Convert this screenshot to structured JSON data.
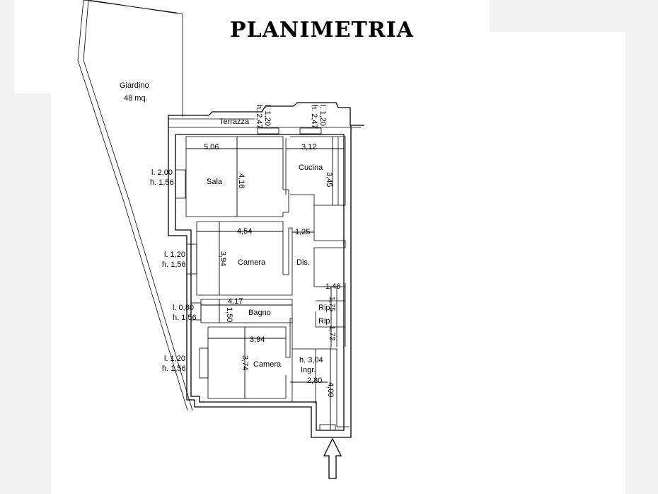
{
  "title": "PLANIMETRIA",
  "garden": {
    "label": "Giardino",
    "area": "48 mq."
  },
  "rooms": {
    "terrazza": "Terrazza",
    "sala": "Sala",
    "cucina": "Cucina",
    "camera1": "Camera",
    "dis": "Dis.",
    "bagno": "Bagno",
    "rip1": "Rip",
    "rip2": "Rip",
    "camera2": "Camera",
    "ingresso": "Ingr."
  },
  "dimensions": {
    "sala_w": "5,06",
    "sala_h": "4,18",
    "cucina_w": "3,12",
    "cucina_h": "3,45",
    "camera1_w": "4,54",
    "camera1_h": "3,94",
    "dis_w": "1,25",
    "bagno_w": "4,17",
    "bagno_h": "1,50",
    "rip_w": "1,46",
    "rip1_h": "1,75",
    "rip2_h": "1,72",
    "camera2_w": "3,94",
    "camera2_h": "3,74",
    "ingr_h": "h. 3,04",
    "ingr_w": "2,80",
    "ingr_l": "4,09"
  },
  "windows": {
    "terrace_left": {
      "l": "l. 1,20",
      "h": "h. 2,47"
    },
    "terrace_right": {
      "l": "l. 1,20",
      "h": "h. 2,47"
    },
    "sala": {
      "l": "l. 2,00",
      "h": "h. 1,56"
    },
    "camera1": {
      "l": "l. 1,20",
      "h": "h. 1,56"
    },
    "bagno": {
      "l": "l. 0,80",
      "h": "h. 1,56"
    },
    "camera2": {
      "l": "l. 1,20",
      "h": "h. 1,56"
    }
  }
}
